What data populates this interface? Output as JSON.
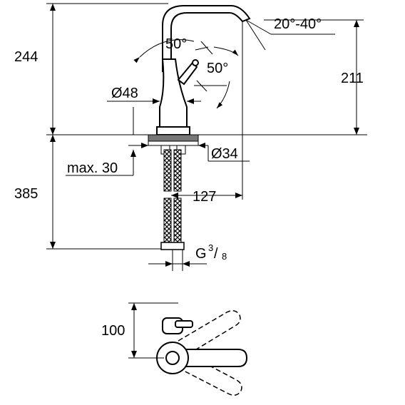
{
  "dimensions": {
    "height_total": "244",
    "height_spout": "211",
    "depth_below": "385",
    "angle_top": "50°",
    "angle_side": "50°",
    "angle_spout": "20°-40°",
    "diameter_body": "Ø48",
    "diameter_hole": "Ø34",
    "max_thickness": "max. 30",
    "reach": "127",
    "thread_prefix": "G",
    "thread_num": "3",
    "thread_den": "8",
    "plan_depth": "100"
  }
}
